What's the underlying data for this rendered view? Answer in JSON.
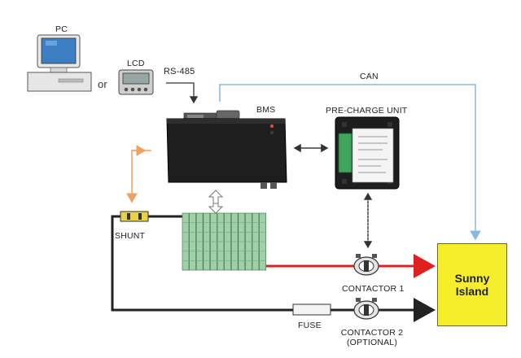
{
  "labels": {
    "pc": "PC",
    "or": "or",
    "lcd": "LCD",
    "rs485": "RS-485",
    "can": "CAN",
    "bms": "BMS",
    "precharge": "PRE-CHARGE UNIT",
    "shunt": "SHUNT",
    "contactor1": "CONTACTOR 1",
    "fuse": "FUSE",
    "contactor2_line1": "CONTACTOR 2",
    "contactor2_line2": "(OPTIONAL)",
    "sunny_line1": "Sunny",
    "sunny_line2": "Island"
  },
  "colors": {
    "can_line": "#8ab8dc",
    "shunt_signal": "#f0a060",
    "positive_cable": "#e02020",
    "negative_cable": "#222222",
    "sunny_island_fill": "#f6ee2a",
    "battery_cells": "#9fd0a8",
    "device_body": "#1e1e1e"
  },
  "icons": {
    "pc": "desktop-computer-icon",
    "lcd": "lcd-display-icon",
    "bms": "bms-unit-icon",
    "precharge": "precharge-unit-icon",
    "battery": "battery-pack-icon",
    "shunt": "shunt-icon",
    "fuse": "fuse-icon",
    "contactor": "contactor-icon"
  }
}
